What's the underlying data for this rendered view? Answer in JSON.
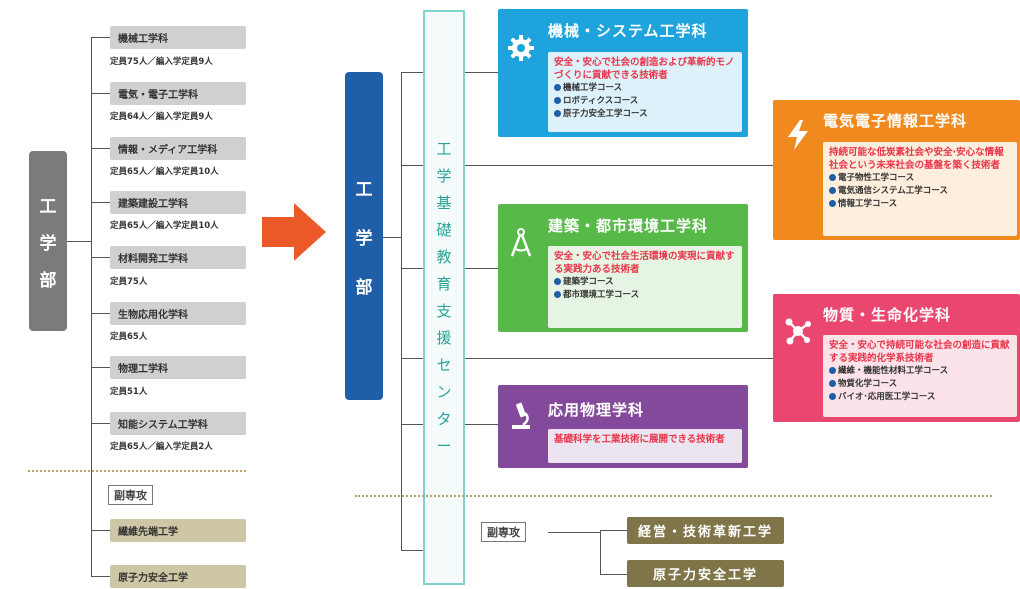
{
  "old": {
    "badge": [
      "工",
      "学",
      "部"
    ],
    "departments": [
      {
        "name": "機械工学科",
        "capacity": "定員75人／編入学定員9人"
      },
      {
        "name": "電気・電子工学科",
        "capacity": "定員64人／編入学定員9人"
      },
      {
        "name": "情報・メディア工学科",
        "capacity": "定員65人／編入学定員10人"
      },
      {
        "name": "建築建設工学科",
        "capacity": "定員65人／編入学定員10人"
      },
      {
        "name": "材料開発工学科",
        "capacity": "定員75人"
      },
      {
        "name": "生物応用化学科",
        "capacity": "定員65人"
      },
      {
        "name": "物理工学科",
        "capacity": "定員51人"
      },
      {
        "name": "知能システム工学科",
        "capacity": "定員65人／編入学定員2人"
      }
    ],
    "minor_label": "副専攻",
    "minors": [
      "繊維先端工学",
      "原子力安全工学"
    ]
  },
  "new": {
    "badge": [
      "工",
      "学",
      "部"
    ],
    "center": [
      "工",
      "学",
      "基",
      "礎",
      "教",
      "育",
      "支",
      "援",
      "セ",
      "ン",
      "タ",
      "ー"
    ],
    "departments": [
      {
        "title": "機械・システム工学科",
        "color": "#1ea3dc",
        "icon": "gear-icon",
        "description": "安全・安心で社会の創造および革新的モノづくりに貢献できる技術者",
        "courses": [
          "機械工学コース",
          "ロボティクスコース",
          "原子力安全工学コース"
        ]
      },
      {
        "title": "電気電子情報工学科",
        "color": "#f08a1e",
        "icon": "lightning-icon",
        "description": "持続可能な低炭素社会や安全·安心な情報社会という未来社会の基盤を築く技術者",
        "courses": [
          "電子物性工学コース",
          "電気通信システム工学コース",
          "情報工学コース"
        ]
      },
      {
        "title": "建築・都市環境工学科",
        "color": "#56b948",
        "icon": "compass-icon",
        "description": "安全・安心で社会生活環境の実現に貢献する実践力ある技術者",
        "courses": [
          "建築学コース",
          "都市環境工学コース"
        ]
      },
      {
        "title": "物質・生命化学科",
        "color": "#e9476f",
        "icon": "molecule-icon",
        "description": "安全・安心で持続可能な社会の創造に貢献する実践的化学系技術者",
        "courses": [
          "繊維・機能性材料工学コース",
          "物質化学コース",
          "バイオ･応用医工学コース"
        ]
      },
      {
        "title": "応用物理学科",
        "color": "#834a9b",
        "icon": "microscope-icon",
        "description": "基礎科学を工業技術に展開できる技術者",
        "courses": []
      }
    ],
    "minor_label": "副専攻",
    "minors": [
      "経営・技術革新工学",
      "原子力安全工学"
    ]
  }
}
